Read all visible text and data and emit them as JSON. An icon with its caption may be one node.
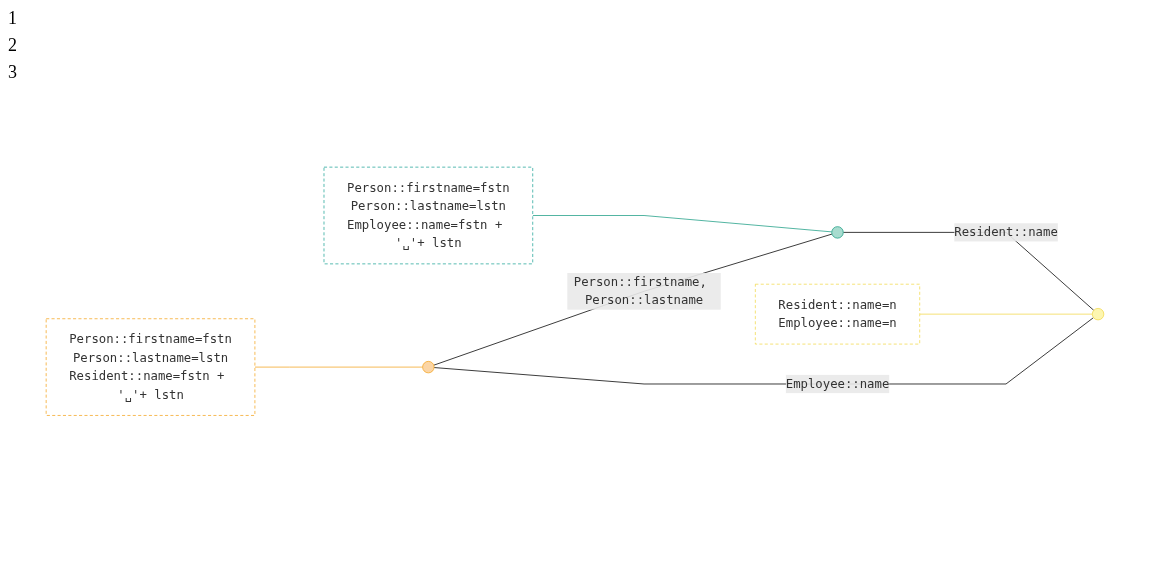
{
  "diagram": {
    "nodes": [
      {
        "text": [
          "Person::firstname=fstn",
          "Person::lastname=lstn",
          "Resident::name=fstn + '␣'+ lstn"
        ]
      },
      {
        "text": [
          "Person::firstname=fstn",
          "Person::lastname=lstn",
          "Employee::name=fstn + '␣'+ lstn"
        ]
      },
      {
        "text": [],
        "shape": "circle"
      },
      {
        "text": [],
        "shape": "circle"
      },
      {
        "text": [],
        "shape": "circle"
      },
      {
        "text": [
          "Resident::name=n",
          "Employee::name=n"
        ]
      }
    ],
    "edges": [
      {
        "from": 0,
        "to": 2,
        "arrow": "none",
        "color": "#f5a623"
      },
      {
        "from": 1,
        "to": 3,
        "arrow": "none",
        "color": "#1e9e85"
      },
      {
        "from": 2,
        "to": 3,
        "arrow": "none",
        "label": "Person::firstname, Person::lastname"
      },
      {
        "from": 2,
        "to": 4,
        "arrow": "none",
        "label": "Employee::name"
      },
      {
        "from": 3,
        "to": 4,
        "arrow": "none",
        "label": "Resident::name"
      },
      {
        "from": 5,
        "to": 4,
        "arrow": "none",
        "color": "#f2d94e"
      }
    ],
    "labels": [
      "1",
      "2",
      "3"
    ]
  }
}
